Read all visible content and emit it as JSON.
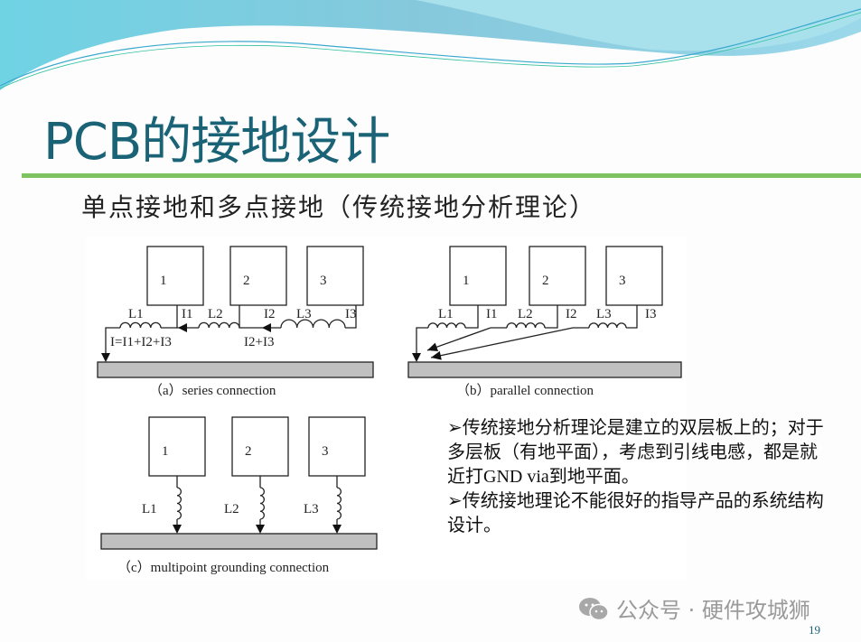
{
  "slide": {
    "title": "PCB的接地设计",
    "subtitle": "单点接地和多点接地（传统接地分析理论）",
    "page_number": "19",
    "watermark": "公众号 · 硬件攻城狮",
    "colors": {
      "title": "#1a6275",
      "rule": "#7dc35f",
      "wave_light": "#8fd6e8",
      "wave_dark": "#5ab8d8"
    }
  },
  "diagrams": {
    "series": {
      "boxes": [
        "1",
        "2",
        "3"
      ],
      "inductors": [
        "L1",
        "L2",
        "L3"
      ],
      "currents": [
        "I1",
        "I2",
        "I3"
      ],
      "sum_total": "I=I1+I2+I3",
      "sum_partial": "I2+I3",
      "caption": "（a）series connection"
    },
    "parallel": {
      "boxes": [
        "1",
        "2",
        "3"
      ],
      "inductors": [
        "L1",
        "L2",
        "L3"
      ],
      "currents": [
        "I1",
        "I2",
        "I3"
      ],
      "caption": "（b）parallel connection"
    },
    "multipoint": {
      "boxes": [
        "1",
        "2",
        "3"
      ],
      "inductors": [
        "L1",
        "L2",
        "L3"
      ],
      "caption": "（c）multipoint grounding connection"
    }
  },
  "notes": [
    "➢传统接地分析理论是建立的双层板上的；对于多层板（有地平面），考虑到引线电感，都是就近打GND via到地平面。",
    "➢传统接地理论不能很好的指导产品的系统结构设计。"
  ]
}
